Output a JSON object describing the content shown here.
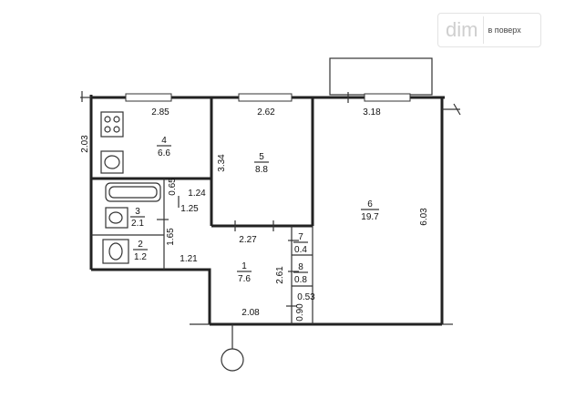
{
  "watermark": {
    "logo": "dim",
    "label": "в поверх"
  },
  "rooms": [
    {
      "number": "1",
      "area": "7.6"
    },
    {
      "number": "2",
      "area": "1.2"
    },
    {
      "number": "3",
      "area": "2.1"
    },
    {
      "number": "4",
      "area": "6.6"
    },
    {
      "number": "5",
      "area": "8.8"
    },
    {
      "number": "6",
      "area": "19.7"
    },
    {
      "number": "7",
      "area": "0.4"
    },
    {
      "number": "8",
      "area": "0.8"
    }
  ],
  "dimensions": {
    "d1": "2.85",
    "d2": "2.62",
    "d3": "3.18",
    "d4": "2.03",
    "d5": "3.34",
    "d6": "6.03",
    "d7": "0.65",
    "d8": "1.24",
    "d9": "1.25",
    "d10": "1.65",
    "d11": "2.27",
    "d12": "1.21",
    "d13": "2.61",
    "d14": "0.53",
    "d15": "0.90",
    "d16": "2.08"
  }
}
